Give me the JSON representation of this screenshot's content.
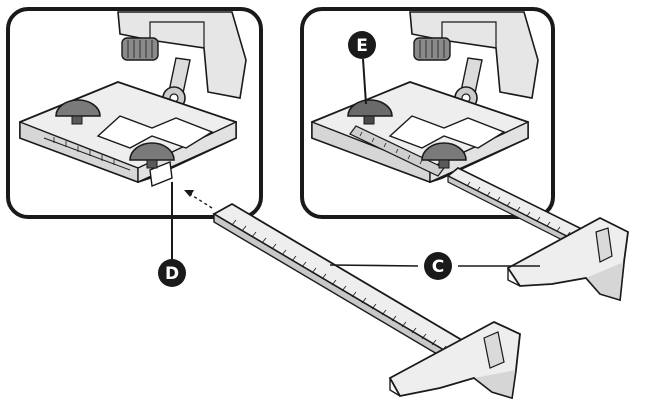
{
  "callouts": {
    "d": "D",
    "e": "E",
    "c": "C"
  },
  "colors": {
    "outline": "#1a1a1a",
    "panel_fill": "#ffffff",
    "shoe_fill": "#eeeeee",
    "plate_shade": "#d6d6d6",
    "knob_fill": "#7a7a7a",
    "motor_fill": "#e6e6e6",
    "callout_fill": "#1a1a1a"
  }
}
